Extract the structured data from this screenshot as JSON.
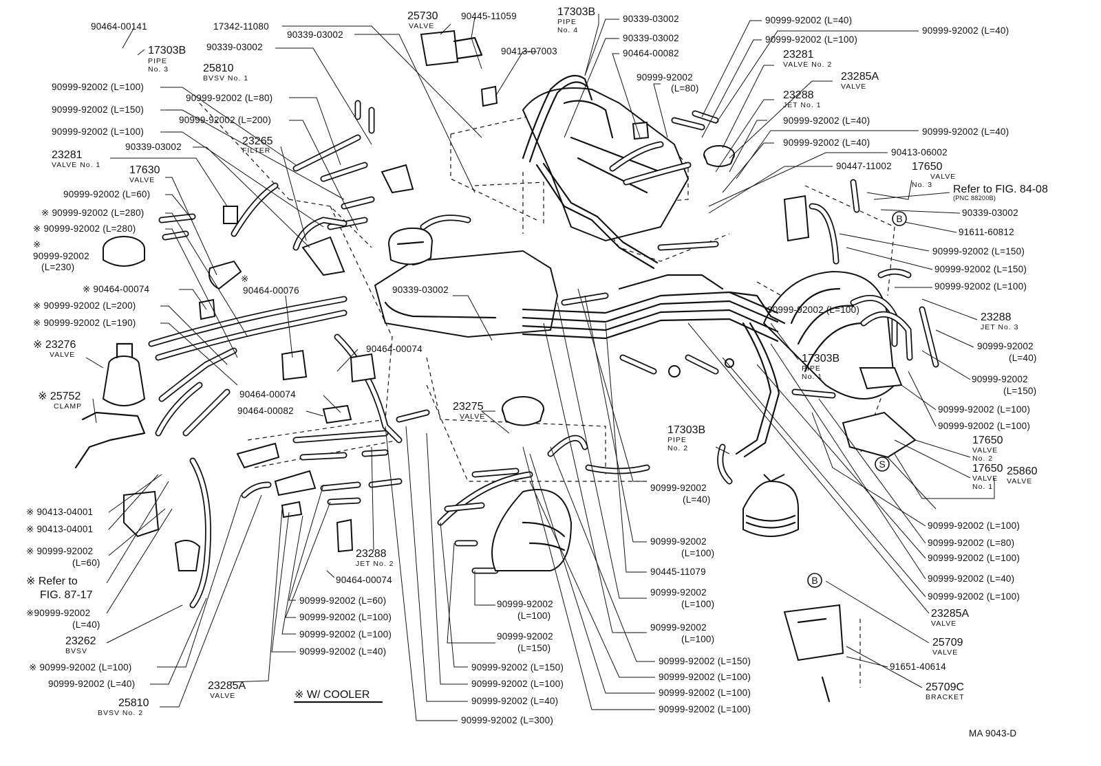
{
  "diagram": {
    "doc_code": "MA 9043-D",
    "legend": "※ W/ COOLER",
    "ref_marks": [
      "B",
      "B",
      "S"
    ],
    "labels": [
      {
        "id": "l01",
        "lines": [
          "90464-00141"
        ]
      },
      {
        "id": "l02",
        "lines": [
          "17303B"
        ],
        "sub": [
          "PIPE",
          "No. 3"
        ]
      },
      {
        "id": "l03",
        "lines": [
          "17342-11080"
        ]
      },
      {
        "id": "l04",
        "lines": [
          "90339-03002"
        ]
      },
      {
        "id": "l05",
        "lines": [
          "90339-03002"
        ]
      },
      {
        "id": "l06",
        "lines": [
          "25810"
        ],
        "sub": [
          "BVSV No. 1"
        ]
      },
      {
        "id": "l07",
        "lines": [
          "90999-92002 (L=100)"
        ]
      },
      {
        "id": "l08",
        "lines": [
          "90999-92002 (L=80)"
        ]
      },
      {
        "id": "l09",
        "lines": [
          "90999-92002 (L=150)"
        ]
      },
      {
        "id": "l10",
        "lines": [
          "90999-92002 (L=200)"
        ]
      },
      {
        "id": "l11",
        "lines": [
          "90999-92002 (L=100)"
        ]
      },
      {
        "id": "l12",
        "lines": [
          "23265"
        ],
        "sub": [
          "FILTER"
        ]
      },
      {
        "id": "l13",
        "lines": [
          "23281"
        ],
        "sub": [
          "VALVE No. 1"
        ]
      },
      {
        "id": "l14",
        "lines": [
          "90339-03002"
        ]
      },
      {
        "id": "l15",
        "lines": [
          "17630"
        ],
        "sub": [
          "VALVE"
        ]
      },
      {
        "id": "l16",
        "lines": [
          "90999-92002 (L=60)"
        ]
      },
      {
        "id": "l17",
        "lines": [
          "※ 90999-92002 (L=280)"
        ]
      },
      {
        "id": "l18",
        "lines": [
          "※ 90999-92002 (L=280)"
        ]
      },
      {
        "id": "l19",
        "lines": [
          "※",
          "90999-92002",
          "(L=230)"
        ]
      },
      {
        "id": "l20",
        "lines": [
          "※"
        ]
      },
      {
        "id": "l21",
        "lines": [
          "90464-00076"
        ]
      },
      {
        "id": "l22",
        "lines": [
          "※ 90464-00074"
        ]
      },
      {
        "id": "l23",
        "lines": [
          "※ 90999-92002 (L=200)"
        ]
      },
      {
        "id": "l24",
        "lines": [
          "※ 90999-92002 (L=190)"
        ]
      },
      {
        "id": "l25",
        "lines": [
          "※ 23276"
        ],
        "sub": [
          "VALVE"
        ]
      },
      {
        "id": "l26",
        "lines": [
          "※ 25752"
        ],
        "sub": [
          "CLAMP"
        ]
      },
      {
        "id": "l27",
        "lines": [
          "90339-03002"
        ]
      },
      {
        "id": "l28",
        "lines": [
          "90464-00074"
        ]
      },
      {
        "id": "l29",
        "lines": [
          "90464-00074"
        ]
      },
      {
        "id": "l30",
        "lines": [
          "90464-00082"
        ]
      },
      {
        "id": "l31",
        "lines": [
          "※ 90413-04001"
        ]
      },
      {
        "id": "l32",
        "lines": [
          "※ 90413-04001"
        ]
      },
      {
        "id": "l33",
        "lines": [
          "※ 90999-92002",
          "(L=60)"
        ]
      },
      {
        "id": "l34",
        "lines": [
          "※ Refer to",
          "FIG. 87-17"
        ]
      },
      {
        "id": "l35",
        "lines": [
          "※90999-92002",
          "(L=40)"
        ]
      },
      {
        "id": "l36",
        "lines": [
          "23262"
        ],
        "sub": [
          "BVSV"
        ]
      },
      {
        "id": "l37",
        "lines": [
          "※ 90999-92002 (L=100)"
        ]
      },
      {
        "id": "l38",
        "lines": [
          "90999-92002 (L=40)"
        ]
      },
      {
        "id": "l39",
        "lines": [
          "25810"
        ],
        "sub": [
          "BVSV No. 2"
        ]
      },
      {
        "id": "l40",
        "lines": [
          "23285A"
        ],
        "sub": [
          "VALVE"
        ]
      },
      {
        "id": "l41",
        "lines": [
          "23288"
        ],
        "sub": [
          "JET No. 2"
        ]
      },
      {
        "id": "l42",
        "lines": [
          "90464-00074"
        ]
      },
      {
        "id": "l43",
        "lines": [
          "90999-92002 (L=60)"
        ]
      },
      {
        "id": "l44",
        "lines": [
          "90999-92002 (L=100)"
        ]
      },
      {
        "id": "l45",
        "lines": [
          "90999-92002 (L=100)"
        ]
      },
      {
        "id": "l46",
        "lines": [
          "90999-92002 (L=40)"
        ]
      },
      {
        "id": "l47",
        "lines": [
          "25730"
        ],
        "sub": [
          "VALVE"
        ]
      },
      {
        "id": "l48",
        "lines": [
          "90445-11059"
        ]
      },
      {
        "id": "l49",
        "lines": [
          "90413-07003"
        ]
      },
      {
        "id": "l50",
        "lines": [
          "23275"
        ],
        "sub": [
          "VALVE"
        ]
      },
      {
        "id": "l51",
        "lines": [
          "90999-92002",
          "(L=100)"
        ]
      },
      {
        "id": "l52",
        "lines": [
          "90999-92002",
          "(L=150)"
        ]
      },
      {
        "id": "l53",
        "lines": [
          "90999-92002 (L=150)"
        ]
      },
      {
        "id": "l54",
        "lines": [
          "90999-92002 (L=100)"
        ]
      },
      {
        "id": "l55",
        "lines": [
          "90999-92002 (L=40)"
        ]
      },
      {
        "id": "l56",
        "lines": [
          "90999-92002 (L=300)"
        ]
      },
      {
        "id": "l57",
        "lines": [
          "17303B"
        ],
        "sub": [
          "PIPE",
          "No. 4"
        ]
      },
      {
        "id": "l58",
        "lines": [
          "90339-03002"
        ]
      },
      {
        "id": "l59",
        "lines": [
          "90339-03002"
        ]
      },
      {
        "id": "l60",
        "lines": [
          "90464-00082"
        ]
      },
      {
        "id": "l61",
        "lines": [
          "90999-92002",
          "(L=80)"
        ]
      },
      {
        "id": "l62",
        "lines": [
          "17303B"
        ],
        "sub": [
          "PIPE",
          "No. 2"
        ]
      },
      {
        "id": "l63",
        "lines": [
          "90999-92002",
          "(L=40)"
        ]
      },
      {
        "id": "l64",
        "lines": [
          "90999-92002",
          "(L=100)"
        ]
      },
      {
        "id": "l65",
        "lines": [
          "90445-11079"
        ]
      },
      {
        "id": "l66",
        "lines": [
          "90999-92002",
          "(L=100)"
        ]
      },
      {
        "id": "l67",
        "lines": [
          "90999-92002",
          "(L=100)"
        ]
      },
      {
        "id": "l68",
        "lines": [
          "90999-92002 (L=150)"
        ]
      },
      {
        "id": "l69",
        "lines": [
          "90999-92002 (L=100)"
        ]
      },
      {
        "id": "l70",
        "lines": [
          "90999-92002 (L=100)"
        ]
      },
      {
        "id": "l71",
        "lines": [
          "90999-92002 (L=100)"
        ]
      },
      {
        "id": "l72",
        "lines": [
          "90999-92002 (L=40)"
        ]
      },
      {
        "id": "l73",
        "lines": [
          "90999-92002 (L=40)"
        ]
      },
      {
        "id": "l74",
        "lines": [
          "90999-92002 (L=100)"
        ]
      },
      {
        "id": "l75",
        "lines": [
          "23281"
        ],
        "sub": [
          "VALVE  No. 2"
        ]
      },
      {
        "id": "l76",
        "lines": [
          "23285A"
        ],
        "sub": [
          "VALVE"
        ]
      },
      {
        "id": "l77",
        "lines": [
          "23288"
        ],
        "sub": [
          "JET  No. 1"
        ]
      },
      {
        "id": "l78",
        "lines": [
          "90999-92002 (L=40)"
        ]
      },
      {
        "id": "l79",
        "lines": [
          "90999-92002 (L=40)"
        ]
      },
      {
        "id": "l80",
        "lines": [
          "90999-92002 (L=40)"
        ]
      },
      {
        "id": "l81",
        "lines": [
          "90413-06002"
        ]
      },
      {
        "id": "l82",
        "lines": [
          "90447-11002"
        ]
      },
      {
        "id": "l83",
        "lines": [
          "17650"
        ],
        "sub": [
          "VALVE",
          "No. 3"
        ]
      },
      {
        "id": "l84",
        "lines": [
          "Refer to FIG. 84-08"
        ],
        "sub": [
          "(PNC 88200B)"
        ]
      },
      {
        "id": "l85",
        "lines": [
          "90339-03002"
        ]
      },
      {
        "id": "l86",
        "lines": [
          "91611-60812"
        ]
      },
      {
        "id": "l87",
        "lines": [
          "90999-92002 (L=150)"
        ]
      },
      {
        "id": "l88",
        "lines": [
          "90999-92002 (L=150)"
        ]
      },
      {
        "id": "l89",
        "lines": [
          "90999-92002 (L=100)"
        ]
      },
      {
        "id": "l90",
        "lines": [
          "23288"
        ],
        "sub": [
          "JET  No. 3"
        ]
      },
      {
        "id": "l91",
        "lines": [
          "90999-92002",
          "(L=40)"
        ]
      },
      {
        "id": "l92",
        "lines": [
          "90999-92002",
          "(L=150)"
        ]
      },
      {
        "id": "l93",
        "lines": [
          "17303B"
        ],
        "sub": [
          "PIPE",
          "No. 1"
        ]
      },
      {
        "id": "l94",
        "lines": [
          "90999-92002 (L=100)"
        ]
      },
      {
        "id": "l95",
        "lines": [
          "90999-92002 (L=100)"
        ]
      },
      {
        "id": "l96",
        "lines": [
          "17650"
        ],
        "sub": [
          "VALVE",
          "No. 2"
        ]
      },
      {
        "id": "l97",
        "lines": [
          "17650"
        ],
        "sub": [
          "VALVE",
          "No. 1"
        ]
      },
      {
        "id": "l98",
        "lines": [
          "25860"
        ],
        "sub": [
          "VALVE"
        ]
      },
      {
        "id": "l99",
        "lines": [
          "90999-92002 (L=100)"
        ]
      },
      {
        "id": "l100",
        "lines": [
          "90999-92002 (L=80)"
        ]
      },
      {
        "id": "l101",
        "lines": [
          "90999-92002 (L=100)"
        ]
      },
      {
        "id": "l102",
        "lines": [
          "90999-92002 (L=40)"
        ]
      },
      {
        "id": "l103",
        "lines": [
          "90999-92002 (L=100)"
        ]
      },
      {
        "id": "l104",
        "lines": [
          "23285A"
        ],
        "sub": [
          "VALVE"
        ]
      },
      {
        "id": "l105",
        "lines": [
          "25709"
        ],
        "sub": [
          "VALVE"
        ]
      },
      {
        "id": "l106",
        "lines": [
          "91651-40614"
        ]
      },
      {
        "id": "l107",
        "lines": [
          "25709C"
        ],
        "sub": [
          "BRACKET"
        ]
      },
      {
        "id": "l108",
        "lines": [
          "90999-92002 (L=100)"
        ]
      }
    ]
  }
}
